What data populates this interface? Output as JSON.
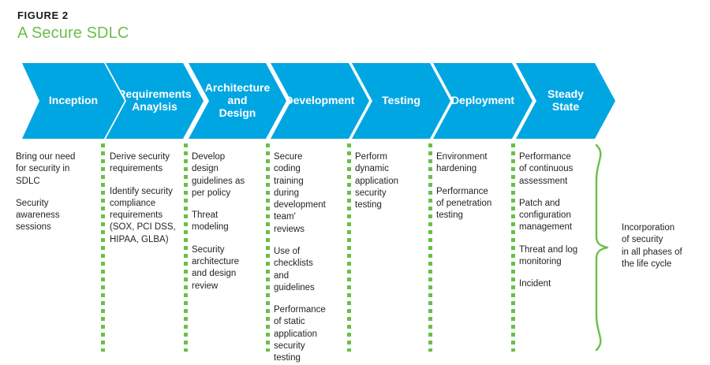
{
  "figure": {
    "label": "FIGURE 2",
    "title": "A Secure SDLC"
  },
  "colors": {
    "chevron_blue": "#00a6e2",
    "accent_green": "#6cbe4b",
    "text_dark": "#231f20",
    "chevron_text": "#ffffff"
  },
  "phases": [
    {
      "key": "inception",
      "label": "Inception",
      "bullets": [
        "Bring our need\nfor security in\nSDLC",
        "Security\nawareness\nsessions"
      ]
    },
    {
      "key": "requirements-analysis",
      "label": "Requirements\nAnaylsis",
      "bullets": [
        "Derive security\nrequirements",
        "Identify security\ncompliance\nrequirements\n(SOX, PCI DSS,\nHIPAA, GLBA)"
      ]
    },
    {
      "key": "architecture-and-design",
      "label": "Architecture\nand\nDesign",
      "bullets": [
        "Develop\ndesign\nguidelines as\nper policy",
        "Threat\nmodeling",
        "Security\narchitecture\nand design\nreview"
      ]
    },
    {
      "key": "development",
      "label": "Development",
      "bullets": [
        "Secure\ncoding\ntraining\nduring\ndevelopment\nteam'\nreviews",
        "Use of\nchecklists\nand\nguidelines",
        "Performance\nof static\napplication\nsecurity\ntesting"
      ]
    },
    {
      "key": "testing",
      "label": "Testing",
      "bullets": [
        "Perform\ndynamic\napplication\nsecurity\ntesting"
      ]
    },
    {
      "key": "deployment",
      "label": "Deployment",
      "bullets": [
        "Environment\nhardening",
        "Performance\nof penetration\ntesting"
      ]
    },
    {
      "key": "steady-state",
      "label": "Steady\nState",
      "bullets": [
        "Performance\nof continuous\nassessment",
        "Patch and\nconfiguration\nmanagement",
        "Threat and log\nmonitoring",
        "Incident"
      ]
    }
  ],
  "annotation": {
    "text": "Incorporation\nof security\nin all phases of\nthe life cycle"
  }
}
